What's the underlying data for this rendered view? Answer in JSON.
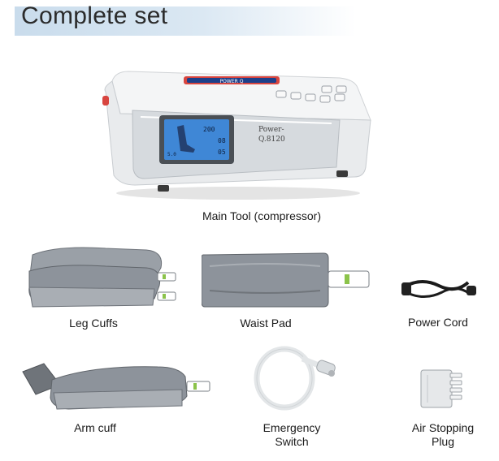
{
  "header": {
    "title": "Complete set"
  },
  "device": {
    "brand": "POWER Q",
    "model_line1": "Power-",
    "model_line2": "Q.8120",
    "lcd_left": "200",
    "lcd_right_top": "08",
    "lcd_right_bottom": "05",
    "lcd_bottom_left": "5.0"
  },
  "items": {
    "main_tool": "Main Tool (compressor)",
    "leg_cuffs": "Leg Cuffs",
    "waist_pad": "Waist Pad",
    "power_cord": "Power Cord",
    "arm_cuff": "Arm cuff",
    "emergency_switch_l1": "Emergency",
    "emergency_switch_l2": "Switch",
    "air_plug_l1": "Air Stopping",
    "air_plug_l2": "Plug"
  },
  "colors": {
    "header_bg": "#cfe0ee",
    "cuff_gray": "#8d939b",
    "device_white": "#eef0f2",
    "lcd_blue": "#3f87d6"
  }
}
